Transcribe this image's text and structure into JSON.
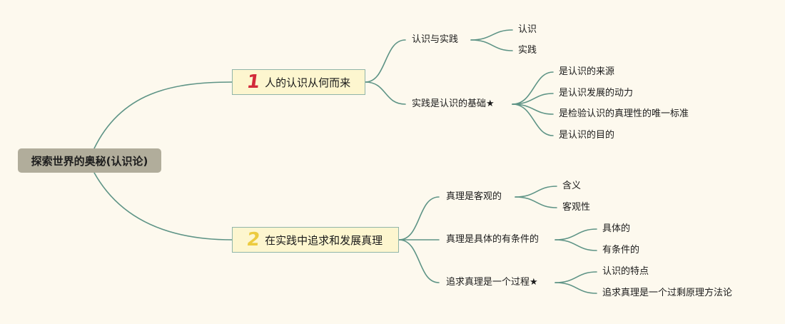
{
  "root": {
    "label": "探索世界的奥秘(认识论)"
  },
  "branches": [
    {
      "number": "1",
      "label": "人的认识从何而来",
      "children": [
        {
          "label": "认识与实践",
          "children": [
            {
              "label": "认识"
            },
            {
              "label": "实践"
            }
          ]
        },
        {
          "label": "实践是认识的基础★",
          "children": [
            {
              "label": "是认识的来源"
            },
            {
              "label": "是认识发展的动力"
            },
            {
              "label": "是检验认识的真理性的唯一标准"
            },
            {
              "label": "是认识的目的"
            }
          ]
        }
      ]
    },
    {
      "number": "2",
      "label": "在实践中追求和发展真理",
      "children": [
        {
          "label": "真理是客观的",
          "children": [
            {
              "label": "含义"
            },
            {
              "label": "客观性"
            }
          ]
        },
        {
          "label": "真理是具体的有条件的",
          "children": [
            {
              "label": "具体的"
            },
            {
              "label": "有条件的"
            }
          ]
        },
        {
          "label": "追求真理是一个过程★",
          "children": [
            {
              "label": "认识的特点"
            },
            {
              "label": "追求真理是一个过剩原理方法论"
            }
          ]
        }
      ]
    }
  ],
  "colors": {
    "background": "#fdf9ee",
    "line": "#5e9486",
    "root_fill": "#b1ad9b",
    "branch_fill": "#fdf6cf",
    "branch_border": "#90b5a9",
    "number_1": "#d22a3a",
    "number_2": "#eccb3f"
  }
}
